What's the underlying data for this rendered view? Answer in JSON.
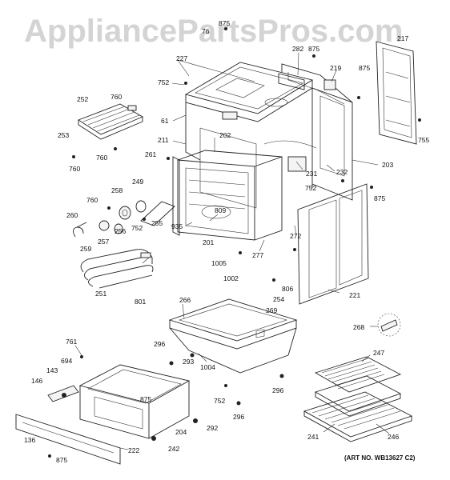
{
  "watermark": "AppliancePartsPros.com",
  "art_number": "(ART NO. WB13627 C2)",
  "callouts": [
    {
      "id": "c875a",
      "text": "875"
    },
    {
      "id": "c76",
      "text": "76"
    },
    {
      "id": "c227",
      "text": "227"
    },
    {
      "id": "c282",
      "text": "282"
    },
    {
      "id": "c875b",
      "text": "875"
    },
    {
      "id": "c219",
      "text": "219"
    },
    {
      "id": "c875c",
      "text": "875"
    },
    {
      "id": "c217",
      "text": "217"
    },
    {
      "id": "c752a",
      "text": "752"
    },
    {
      "id": "c252",
      "text": "252"
    },
    {
      "id": "c760a",
      "text": "760"
    },
    {
      "id": "c61",
      "text": "61"
    },
    {
      "id": "c253",
      "text": "253"
    },
    {
      "id": "c211",
      "text": "211"
    },
    {
      "id": "c202",
      "text": "202"
    },
    {
      "id": "c755",
      "text": "755"
    },
    {
      "id": "c760b",
      "text": "760"
    },
    {
      "id": "c760c",
      "text": "760"
    },
    {
      "id": "c261",
      "text": "261"
    },
    {
      "id": "c203",
      "text": "203"
    },
    {
      "id": "c231",
      "text": "231"
    },
    {
      "id": "c232",
      "text": "232"
    },
    {
      "id": "c760d",
      "text": "760"
    },
    {
      "id": "c258",
      "text": "258"
    },
    {
      "id": "c249",
      "text": "249"
    },
    {
      "id": "c752b",
      "text": "752"
    },
    {
      "id": "c875d",
      "text": "875"
    },
    {
      "id": "c260",
      "text": "260"
    },
    {
      "id": "c809",
      "text": "809"
    },
    {
      "id": "c255",
      "text": "255"
    },
    {
      "id": "c935",
      "text": "935"
    },
    {
      "id": "c752c",
      "text": "752"
    },
    {
      "id": "c259",
      "text": "259"
    },
    {
      "id": "c257",
      "text": "257"
    },
    {
      "id": "c256",
      "text": "256"
    },
    {
      "id": "c201",
      "text": "201"
    },
    {
      "id": "c272",
      "text": "272"
    },
    {
      "id": "c277",
      "text": "277"
    },
    {
      "id": "c1005",
      "text": "1005"
    },
    {
      "id": "c1002",
      "text": "1002"
    },
    {
      "id": "c806",
      "text": "806"
    },
    {
      "id": "c251",
      "text": "251"
    },
    {
      "id": "c801",
      "text": "801"
    },
    {
      "id": "c254",
      "text": "254"
    },
    {
      "id": "c221",
      "text": "221"
    },
    {
      "id": "c266",
      "text": "266"
    },
    {
      "id": "c269",
      "text": "269"
    },
    {
      "id": "c268",
      "text": "268"
    },
    {
      "id": "c761",
      "text": "761"
    },
    {
      "id": "c296a",
      "text": "296"
    },
    {
      "id": "c293",
      "text": "293"
    },
    {
      "id": "c1004",
      "text": "1004"
    },
    {
      "id": "c247",
      "text": "247"
    },
    {
      "id": "c694",
      "text": "694"
    },
    {
      "id": "c143",
      "text": "143"
    },
    {
      "id": "c146",
      "text": "146"
    },
    {
      "id": "c296b",
      "text": "296"
    },
    {
      "id": "c875e",
      "text": "875"
    },
    {
      "id": "c752d",
      "text": "752"
    },
    {
      "id": "c296c",
      "text": "296"
    },
    {
      "id": "c292",
      "text": "292"
    },
    {
      "id": "c136",
      "text": "136"
    },
    {
      "id": "c204",
      "text": "204"
    },
    {
      "id": "c241",
      "text": "241"
    },
    {
      "id": "c246",
      "text": "246"
    },
    {
      "id": "c222",
      "text": "222"
    },
    {
      "id": "c242",
      "text": "242"
    },
    {
      "id": "c875f",
      "text": "875"
    }
  ]
}
